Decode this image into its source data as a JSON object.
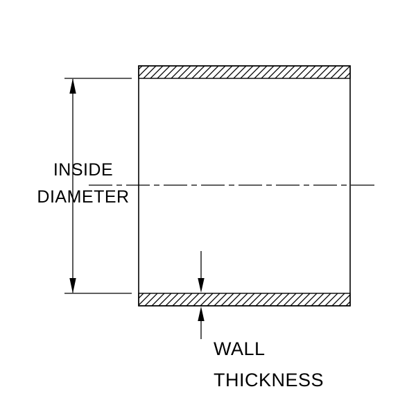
{
  "diagram": {
    "background_color": "#ffffff",
    "line_color": "#000000",
    "labels": {
      "inside_diameter_line1": "INSIDE",
      "inside_diameter_line2": "DIAMETER",
      "wall_thickness_line1": "WALL",
      "wall_thickness_line2": "THICKNESS"
    }
  }
}
